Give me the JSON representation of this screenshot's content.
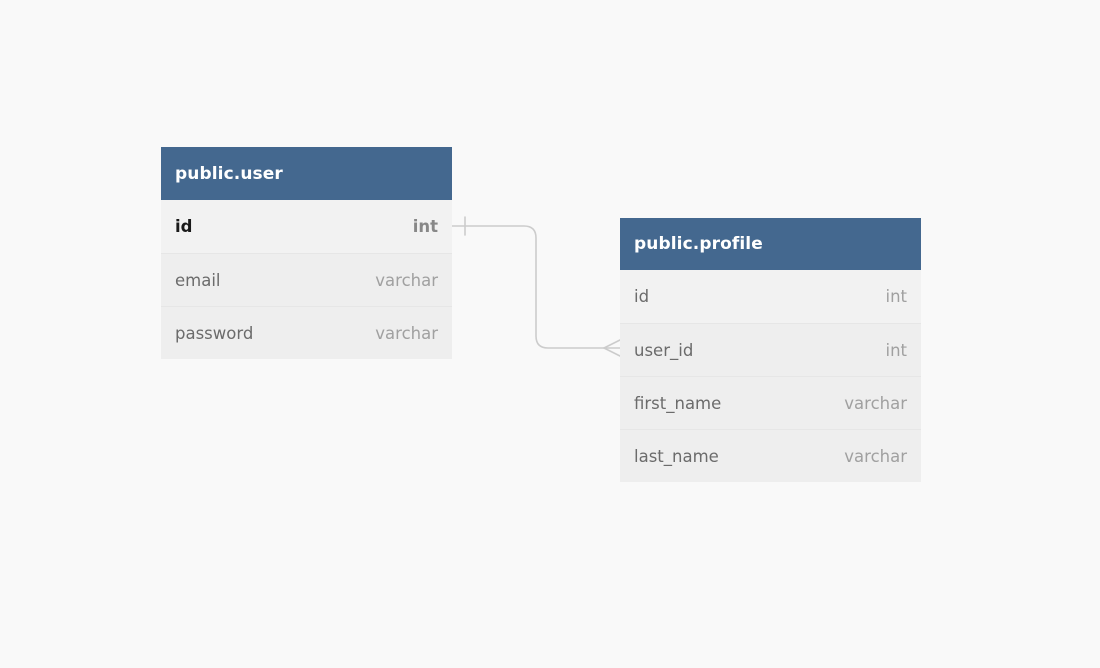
{
  "diagram": {
    "type": "entity-relationship-diagram",
    "background_color": "#f9f9f9",
    "header_color": "#44688f",
    "row_color": "#eeeeee",
    "connector_color": "#cccccc"
  },
  "entities": [
    {
      "id": "user",
      "title": "public.user",
      "fields": [
        {
          "name": "id",
          "type": "int",
          "primary_key": true
        },
        {
          "name": "email",
          "type": "varchar",
          "primary_key": false
        },
        {
          "name": "password",
          "type": "varchar",
          "primary_key": false
        }
      ]
    },
    {
      "id": "profile",
      "title": "public.profile",
      "fields": [
        {
          "name": "id",
          "type": "int",
          "primary_key": false
        },
        {
          "name": "user_id",
          "type": "int",
          "primary_key": false
        },
        {
          "name": "first_name",
          "type": "varchar",
          "primary_key": false
        },
        {
          "name": "last_name",
          "type": "varchar",
          "primary_key": false
        }
      ]
    }
  ],
  "relationships": [
    {
      "id": "user-to-profile",
      "from_entity": "public.user",
      "from_field": "id",
      "to_entity": "public.profile",
      "to_field": "user_id",
      "from_cardinality": "one",
      "to_cardinality": "many"
    }
  ]
}
